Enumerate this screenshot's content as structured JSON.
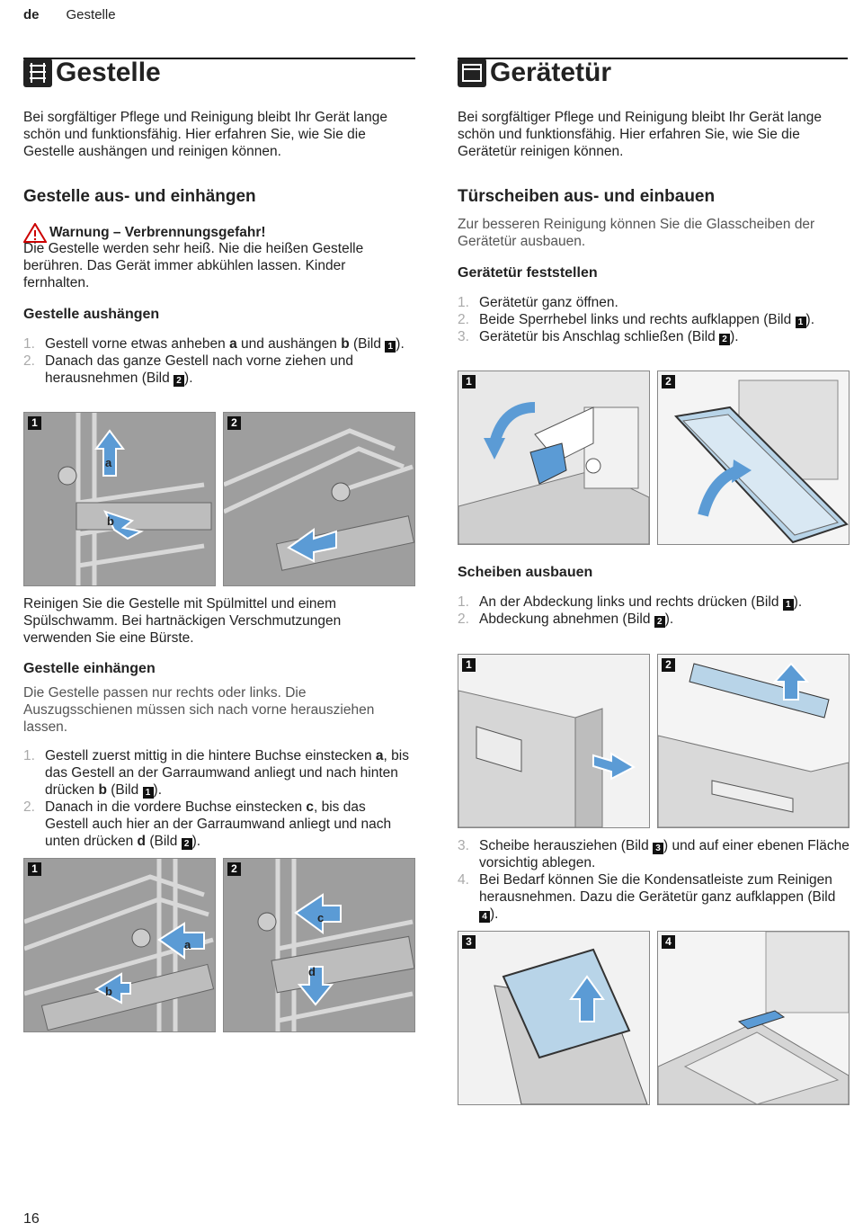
{
  "header": {
    "lang": "de",
    "section": "Gestelle"
  },
  "left": {
    "title": "Gestelle",
    "intro": "Bei sorgfältiger Pflege und Reinigung bleibt Ihr Gerät lange schön und funktionsfähig. Hier erfahren Sie, wie Sie die Gestelle aushängen und reinigen können.",
    "h2": "Gestelle aus- und einhängen",
    "warning_title": "Warnung – Verbrennungsgefahr!",
    "warning_text": "Die Gestelle werden sehr heiß. Nie die heißen Gestelle berühren. Das Gerät immer abkühlen lassen. Kinder fernhalten.",
    "h3_remove": "Gestelle aushängen",
    "remove_steps": [
      {
        "n": "1.",
        "text_a": "Gestell vorne etwas anheben ",
        "bold1": "a",
        "text_b": " und aushängen ",
        "bold2": "b",
        "text_c": " (Bild ",
        "fig": "1",
        "text_d": ")."
      },
      {
        "n": "2.",
        "text_a": "Danach das ganze Gestell nach vorne ziehen und herausnehmen (Bild ",
        "fig": "2",
        "text_d": ")."
      }
    ],
    "clean_text": "Reinigen Sie die Gestelle mit Spülmittel und einem Spülschwamm. Bei hartnäckigen Verschmutzungen verwenden Sie eine Bürste.",
    "h3_insert": "Gestelle einhängen",
    "insert_intro": "Die Gestelle passen nur rechts oder links. Die Auszugsschienen müssen sich nach vorne herausziehen lassen.",
    "insert_steps": [
      {
        "n": "1.",
        "text_a": "Gestell zuerst mittig in die hintere Buchse einstecken ",
        "bold1": "a",
        "text_b": ", bis das Gestell an der Garraumwand anliegt und nach hinten drücken ",
        "bold2": "b",
        "text_c": " (Bild ",
        "fig": "1",
        "text_d": ")."
      },
      {
        "n": "2.",
        "text_a": "Danach in die vordere Buchse einstecken ",
        "bold1": "c",
        "text_b": ", bis das Gestell auch hier an der Garraumwand anliegt und nach unten drücken ",
        "bold2": "d",
        "text_c": " (Bild ",
        "fig": "2",
        "text_d": ")."
      }
    ],
    "fig_labels": {
      "one": "1",
      "two": "2",
      "a": "a",
      "b": "b",
      "c": "c",
      "d": "d"
    }
  },
  "right": {
    "title": "Gerätetür",
    "intro": "Bei sorgfältiger Pflege und Reinigung bleibt Ihr Gerät lange schön und funktionsfähig. Hier erfahren Sie, wie Sie die Gerätetür reinigen können.",
    "h2": "Türscheiben aus- und einbauen",
    "h2_text": "Zur besseren Reinigung können Sie die Glasscheiben der Gerätetür ausbauen.",
    "h3_lock": "Gerätetür feststellen",
    "lock_steps": [
      {
        "n": "1.",
        "text": "Gerätetür ganz öffnen."
      },
      {
        "n": "2.",
        "text": "Beide Sperrhebel links und rechts aufklappen (Bild ",
        "fig": "1",
        "end": ")."
      },
      {
        "n": "3.",
        "text": "Gerätetür bis Anschlag schließen (Bild ",
        "fig": "2",
        "end": ")."
      }
    ],
    "h3_panes": "Scheiben ausbauen",
    "pane_steps_a": [
      {
        "n": "1.",
        "text": "An der Abdeckung links und rechts drücken (Bild ",
        "fig": "1",
        "end": ")."
      },
      {
        "n": "2.",
        "text": "Abdeckung abnehmen (Bild ",
        "fig": "2",
        "end": ")."
      }
    ],
    "pane_steps_b": [
      {
        "n": "3.",
        "text": "Scheibe herausziehen (Bild ",
        "fig": "3",
        "end": ") und auf einer ebenen Fläche vorsichtig ablegen."
      },
      {
        "n": "4.",
        "text": "Bei Bedarf können Sie die Kondensatleiste zum Reinigen herausnehmen. Dazu die Gerätetür ganz aufklappen (Bild ",
        "fig": "4",
        "end": ")."
      }
    ],
    "fig_labels": {
      "one": "1",
      "two": "2",
      "three": "3",
      "four": "4"
    }
  },
  "footer": {
    "page": "16"
  },
  "colors": {
    "arrow": "#5b9bd5",
    "figure_bg": "#a9a9a9",
    "text": "#222222"
  }
}
